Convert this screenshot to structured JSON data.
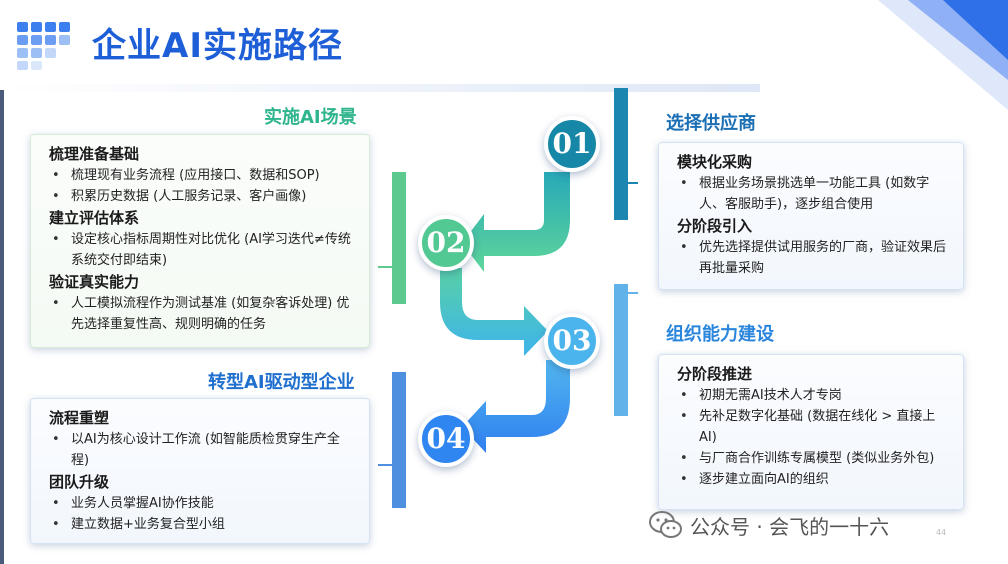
{
  "slide": {
    "title": "企业AI实施路径",
    "colors": {
      "title": "#1e5fd8",
      "green": "#2fb58e",
      "blue": "#1f6fcf"
    }
  },
  "left": {
    "section1": {
      "title": "实施AI场景",
      "groups": [
        {
          "head": "梳理准备基础",
          "items": [
            "梳理现有业务流程 (应用接口、数据和SOP)",
            "积累历史数据 (人工服务记录、客户画像)"
          ]
        },
        {
          "head": "建立评估体系",
          "items": [
            "设定核心指标周期性对比优化 (AI学习迭代≠传统系统交付即结束)"
          ]
        },
        {
          "head": "验证真实能力",
          "items": [
            "人工模拟流程作为测试基准 (如复杂客诉处理) 优先选择重复性高、规则明确的任务"
          ]
        }
      ]
    },
    "section2": {
      "title": "转型AI驱动型企业",
      "groups": [
        {
          "head": "流程重塑",
          "items": [
            "以AI为核心设计工作流 (如智能质检贯穿生产全程)"
          ]
        },
        {
          "head": "团队升级",
          "items": [
            "业务人员掌握AI协作技能",
            "建立数据+业务复合型小组"
          ]
        }
      ]
    }
  },
  "right": {
    "section1": {
      "title": "选择供应商",
      "groups": [
        {
          "head": "模块化采购",
          "items": [
            "根据业务场景挑选单一功能工具 (如数字人、客服助手)，逐步组合使用"
          ]
        },
        {
          "head": "分阶段引入",
          "items": [
            "优先选择提供试用服务的厂商，验证效果后再批量采购"
          ]
        }
      ]
    },
    "section2": {
      "title": "组织能力建设",
      "groups": [
        {
          "head": "分阶段推进",
          "items": [
            "初期无需AI技术人才专岗",
            "先补足数字化基础 (数据在线化 > 直接上AI)",
            "与厂商合作训练专属模型 (类似业务外包)",
            "逐步建立面向AI的组织"
          ]
        }
      ]
    }
  },
  "steps": [
    "01",
    "02",
    "03",
    "04"
  ],
  "watermark": {
    "text": "公众号 · 会飞的一十六",
    "icon": "wechat-icon"
  },
  "page_number": "44"
}
